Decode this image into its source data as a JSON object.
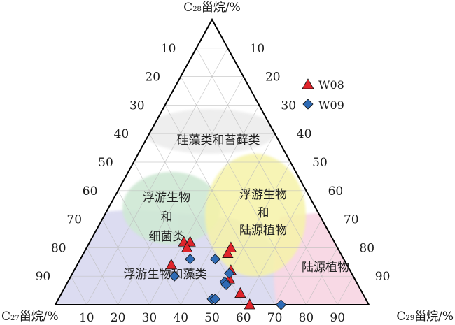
{
  "chart_data": {
    "type": "ternary-scatter",
    "axes": {
      "top": {
        "prefix": "C",
        "sub": "28",
        "suffix": "甾烷/%"
      },
      "left": {
        "prefix": "C",
        "sub": "27",
        "suffix": "甾烷/%"
      },
      "right": {
        "prefix": "C",
        "sub": "29",
        "suffix": "甾烷/%"
      }
    },
    "ticks": {
      "c28": [
        "10",
        "20",
        "30",
        "40",
        "50",
        "60",
        "70",
        "80",
        "90"
      ],
      "c29": [
        "10",
        "20",
        "30",
        "40",
        "50",
        "60",
        "70",
        "80",
        "90"
      ],
      "c27": [
        "10",
        "20",
        "30",
        "40",
        "50",
        "60",
        "70",
        "80",
        "90"
      ]
    },
    "grid": true,
    "regions": [
      {
        "id": "diatom-moss",
        "lines": [
          "硅藻类和苔藓类"
        ],
        "color": "#eeeeee"
      },
      {
        "id": "plankton-bacteria",
        "lines": [
          "浮游生物",
          "和",
          "细菌类"
        ],
        "color": "#cfe8d4"
      },
      {
        "id": "plankton-algae",
        "lines": [
          "浮游生物和藻类"
        ],
        "color": "#d9d9f0"
      },
      {
        "id": "plankton-terrestrial",
        "lines": [
          "浮游生物",
          "和",
          "陆源植物"
        ],
        "color": "#f6f3a8"
      },
      {
        "id": "terrestrial",
        "lines": [
          "陆源植物"
        ],
        "color": "#f8d7e4"
      }
    ],
    "series": [
      {
        "name": "W08",
        "marker": "triangle",
        "color": "#e0242b",
        "points": [
          {
            "c29": 30,
            "c28": 22
          },
          {
            "c29": 32,
            "c28": 22
          },
          {
            "c29": 30,
            "c28": 14
          },
          {
            "c29": 32,
            "c28": 20
          },
          {
            "c29": 51,
            "c28": 9
          },
          {
            "c29": 50,
            "c28": 12
          },
          {
            "c29": 57,
            "c28": 4
          },
          {
            "c29": 46,
            "c28": 18
          },
          {
            "c29": 46,
            "c28": 20
          },
          {
            "c29": 62,
            "c28": 0
          }
        ]
      },
      {
        "name": "W09",
        "marker": "diamond",
        "color": "#2f6bb5",
        "points": [
          {
            "c29": 43,
            "c28": 16
          },
          {
            "c29": 33,
            "c28": 10
          },
          {
            "c29": 35,
            "c28": 16
          },
          {
            "c29": 50,
            "c28": 11
          },
          {
            "c29": 50,
            "c28": 8
          },
          {
            "c29": 51,
            "c28": 7
          },
          {
            "c29": 49,
            "c28": 2
          },
          {
            "c29": 50,
            "c28": 2
          },
          {
            "c29": 72,
            "c28": 0
          }
        ]
      }
    ],
    "legend": {
      "position": "top-right"
    }
  }
}
